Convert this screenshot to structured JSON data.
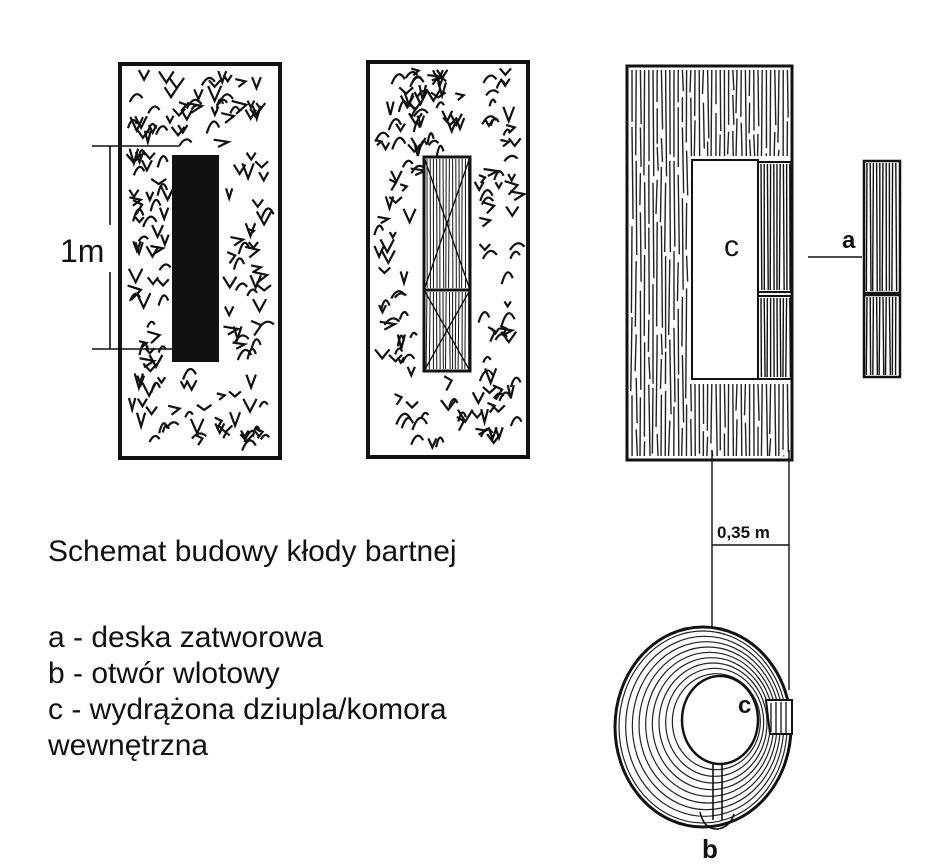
{
  "diagram": {
    "caption": "Schemat budowy kłody bartnej",
    "legend": [
      {
        "key": "a",
        "text": "a - deska zatworowa"
      },
      {
        "key": "b",
        "text": "b - otwór wlotowy"
      },
      {
        "key": "c",
        "text": "c - wydrążona dziupla/komora wewnętrzna"
      }
    ],
    "labels": {
      "height": "1m",
      "diameter": "0,35 m",
      "a": "a",
      "b": "b",
      "c_front": "c",
      "c_cross": "c"
    },
    "colors": {
      "ink": "#111111",
      "bark": "#1a1a1a",
      "paper": "#ffffff"
    }
  }
}
